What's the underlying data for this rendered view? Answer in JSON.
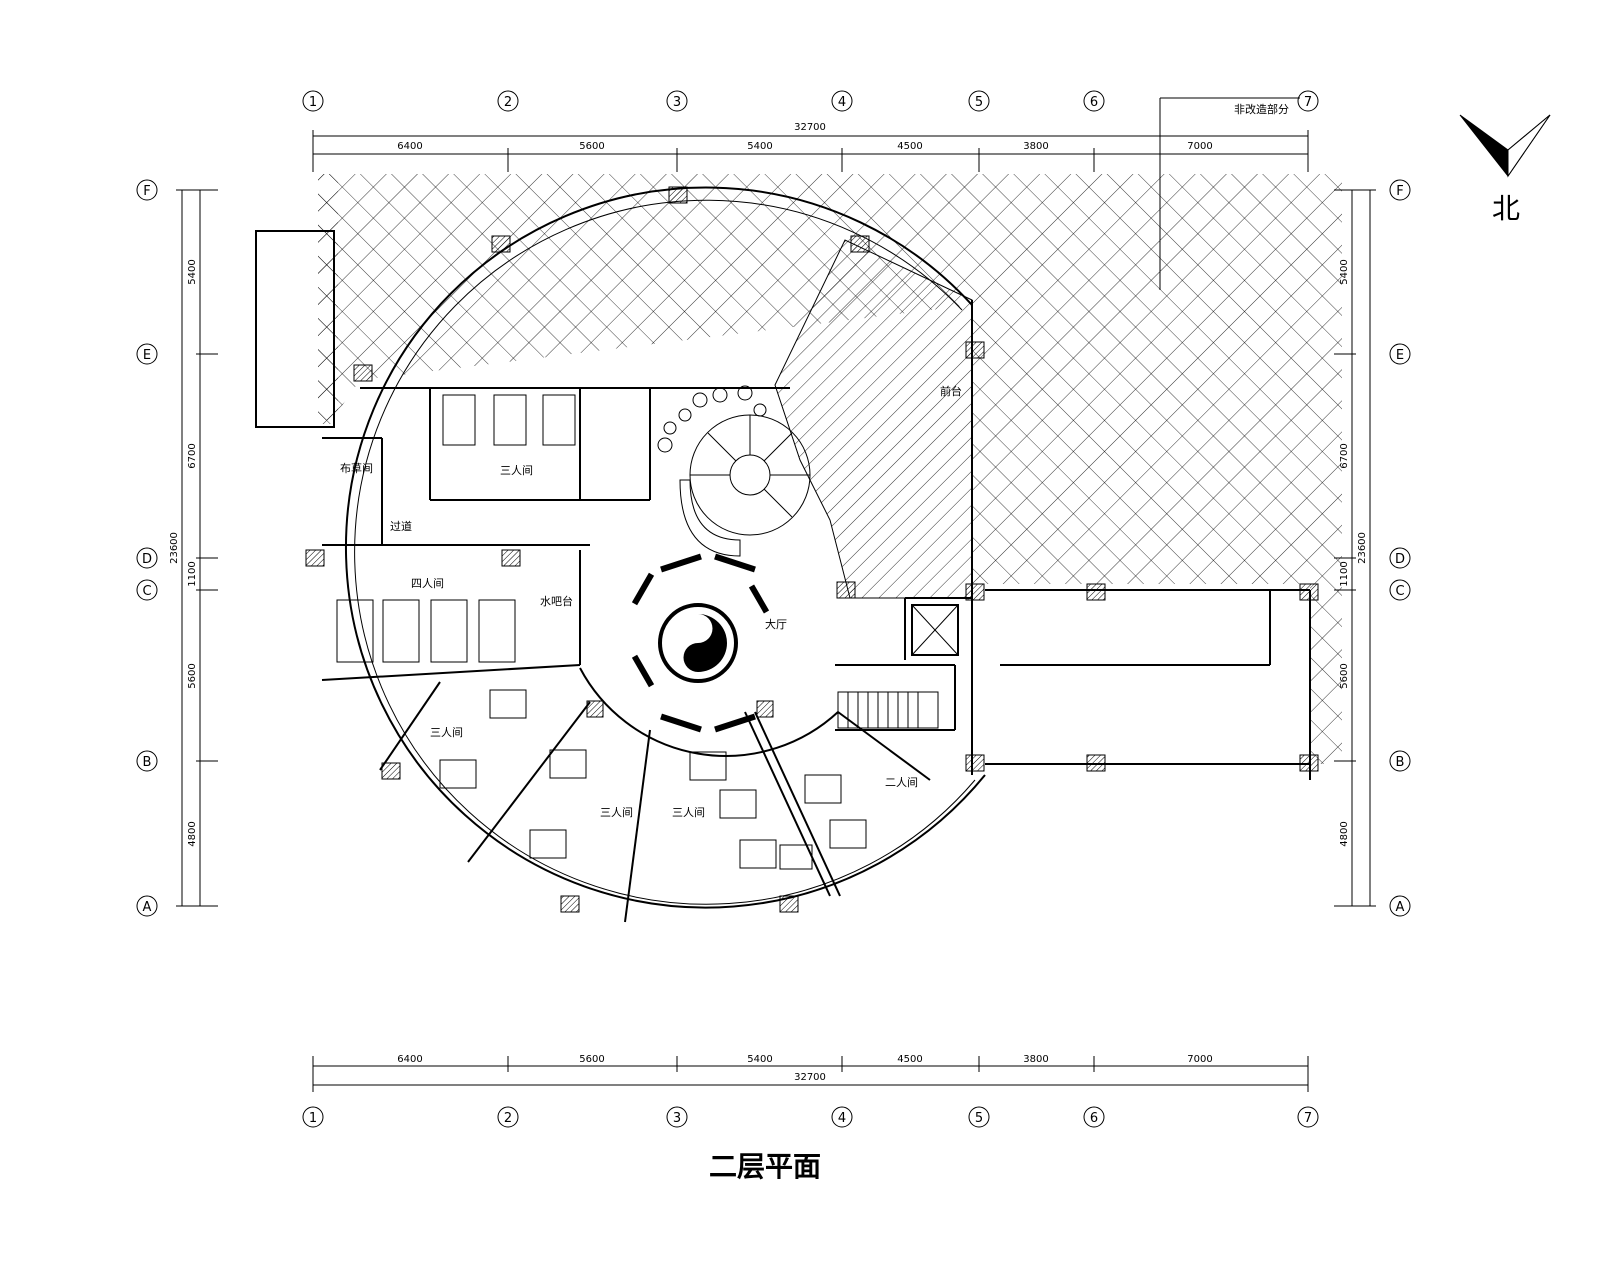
{
  "drawing": {
    "title": "二层平面",
    "north_label": "北",
    "non_renovated_label": "非改造部分"
  },
  "grid_columns": [
    "1",
    "2",
    "3",
    "4",
    "5",
    "6",
    "7"
  ],
  "grid_rows": [
    "F",
    "E",
    "D",
    "C",
    "B",
    "A"
  ],
  "dimensions": {
    "horizontal_total": "32700",
    "horizontal_spans": [
      "6400",
      "5600",
      "5400",
      "4500",
      "3800",
      "7000"
    ],
    "vertical_total": "23600",
    "vertical_spans": [
      "5400",
      "6700",
      "1100",
      "5600",
      "4800"
    ]
  },
  "rooms": {
    "three_person_room": "三人间",
    "four_person_room": "四人间",
    "two_person_room": "二人间",
    "linen_room": "布草间",
    "corridor": "过道",
    "water_bar": "水吧台",
    "hall": "大厅",
    "front_desk": "前台"
  },
  "colors": {
    "line": "#000000",
    "background": "#ffffff"
  }
}
